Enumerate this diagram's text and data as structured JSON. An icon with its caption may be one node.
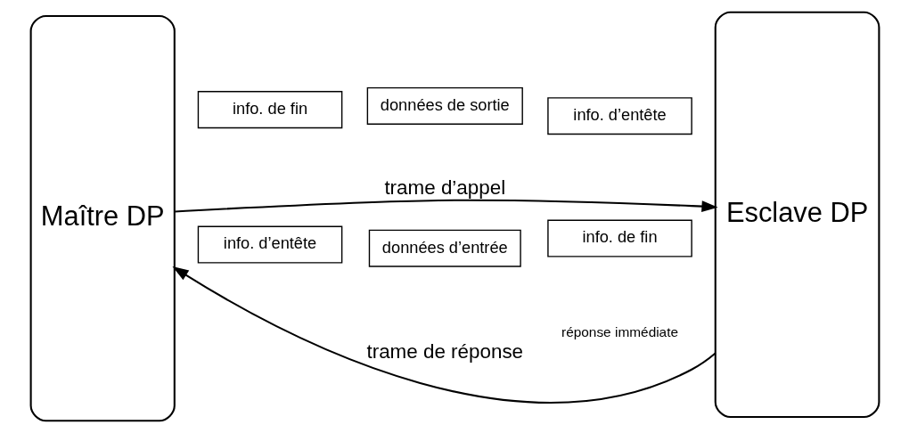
{
  "diagram": {
    "nodes": [
      {
        "text": [
          "Maître DP"
        ]
      },
      {
        "text": [
          "info. de fin"
        ]
      },
      {
        "text": [
          "données de sortie"
        ]
      },
      {
        "text": [
          "info. d’entête"
        ]
      },
      {
        "text": [
          "Esclave DP"
        ]
      },
      {
        "text": [
          "info. d’entête"
        ]
      },
      {
        "text": [
          "données d’entrée"
        ]
      },
      {
        "text": [
          "info. de fin"
        ]
      }
    ],
    "edges": [
      {
        "from": 0,
        "to": 4,
        "arrow": "to",
        "label": "trame d’appel"
      },
      {
        "from": 4,
        "to": 0,
        "arrow": "to",
        "label": "trame de réponse"
      }
    ],
    "labels": [
      "réponse immédiate"
    ]
  }
}
